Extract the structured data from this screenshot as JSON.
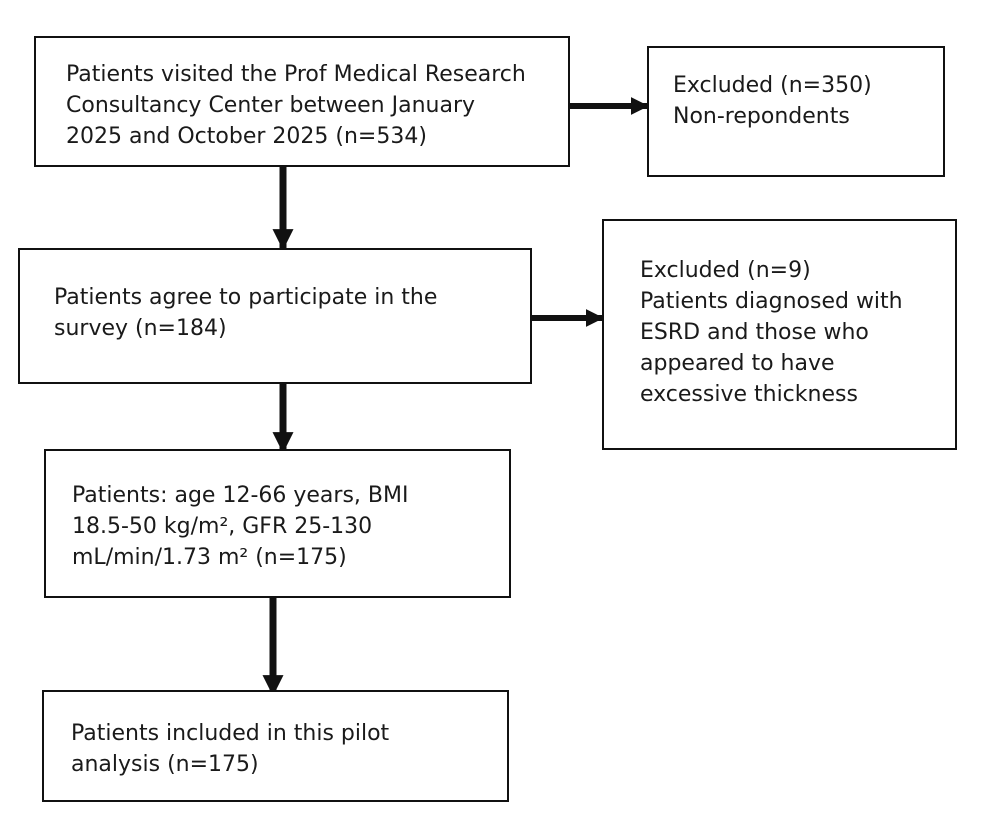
{
  "flow": {
    "step1": {
      "lines": [
        "Patients visited the Prof Medical Research",
        "Consultancy Center between January",
        "2025 and October 2025 (n=534)"
      ]
    },
    "exclusion1": {
      "lines": [
        "Excluded (n=350)",
        "Non-repondents"
      ]
    },
    "step2": {
      "lines": [
        "Patients agree to participate in the",
        "survey (n=184)"
      ]
    },
    "exclusion2": {
      "lines": [
        "Excluded (n=9)",
        "Patients diagnosed with",
        "ESRD and those who",
        "appeared to have",
        "excessive thickness"
      ]
    },
    "step3": {
      "lines": [
        "Patients: age 12-66 years, BMI",
        "18.5-50 kg/m², GFR 25-130",
        "mL/min/1.73 m² (n=175)"
      ]
    },
    "step4": {
      "lines": [
        "Patients included in this pilot",
        "analysis (n=175)"
      ]
    }
  },
  "colors": {
    "border": "#111111",
    "arrow": "#111111",
    "text": "#1a1a1a"
  }
}
